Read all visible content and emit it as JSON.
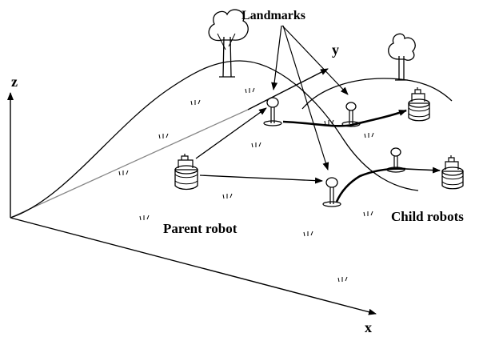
{
  "diagram": {
    "axes": {
      "z": "z",
      "y": "y",
      "x": "x"
    },
    "labels": {
      "landmarks": "Landmarks",
      "parent": "Parent robot",
      "children": "Child robots"
    }
  }
}
